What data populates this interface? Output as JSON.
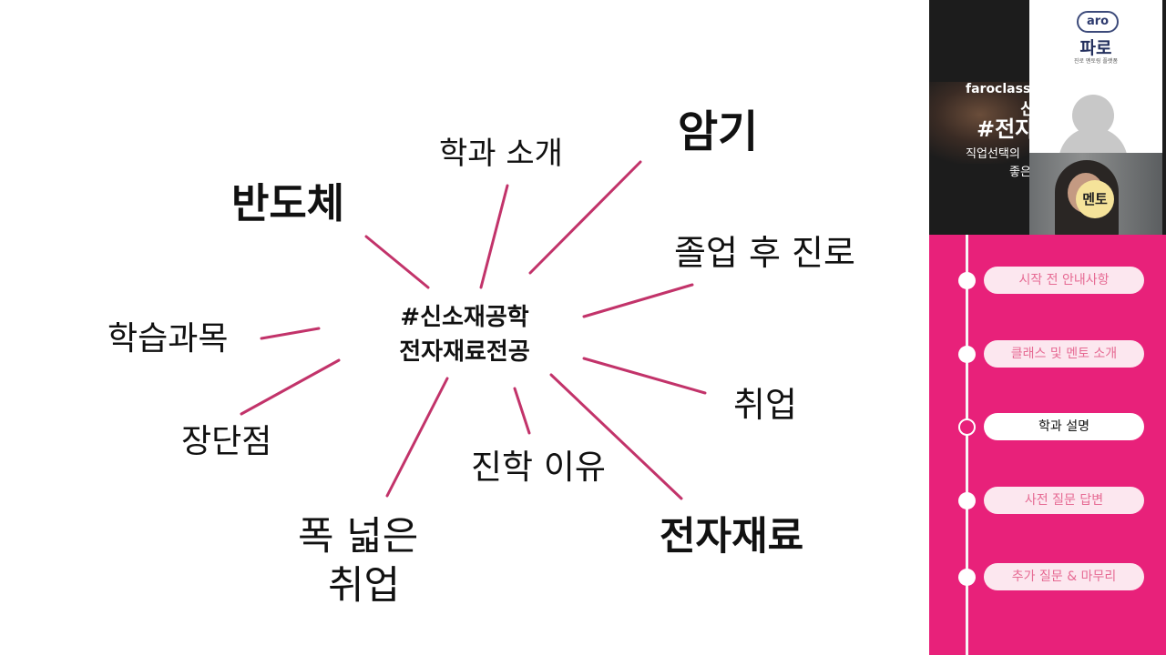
{
  "slide": {
    "center": {
      "line1": "#신소재공학",
      "line2": "전자재료전공"
    },
    "keywords": {
      "dept_intro": "학과 소개",
      "memorization": "암기",
      "semiconductor": "반도체",
      "career_after_grad": "졸업 후 진로",
      "courses": "학습과목",
      "employment": "취업",
      "pros_cons": "장단점",
      "reason": "진학 이유",
      "broad_employment_1": "폭 넓은",
      "broad_employment_2": "취업",
      "electronic_materials": "전자재료"
    },
    "spoke_color": "#c2336a"
  },
  "panel": {
    "banner": {
      "brand": "faroclass",
      "line1": "신소",
      "line2": "#전자",
      "line3": "직업선택의",
      "line4": "좋은"
    },
    "faro_tile": {
      "logo": "aro",
      "name": "파로",
      "tagline": "진로 멘토링 플랫폼"
    },
    "video_tile": {
      "badge": "멘토"
    },
    "agenda": {
      "accent": "#e8217a",
      "steps": [
        {
          "label": "시작 전 안내사항",
          "active": false
        },
        {
          "label": "클래스 및 멘토 소개",
          "active": false
        },
        {
          "label": "학과 설명",
          "active": true
        },
        {
          "label": "사전 질문 답변",
          "active": false
        },
        {
          "label": "추가 질문 & 마무리",
          "active": false
        }
      ]
    }
  }
}
